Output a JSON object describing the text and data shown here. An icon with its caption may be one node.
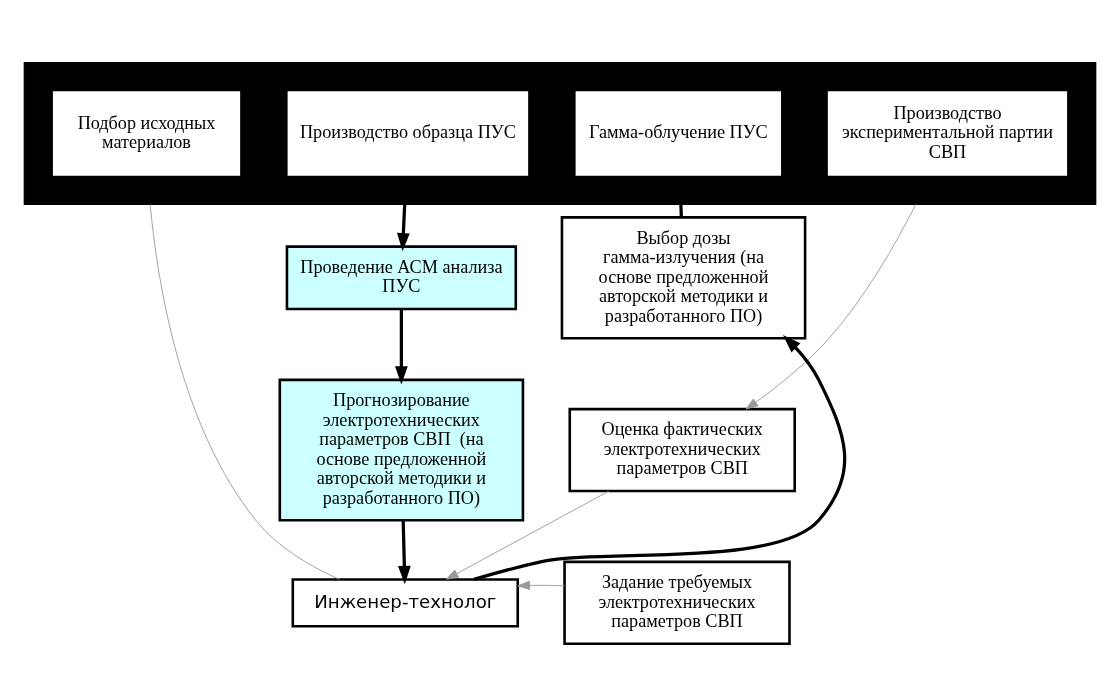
{
  "diagram": {
    "nodes": [
      {
        "text": [],
        "shape": "bar"
      },
      {
        "text": [
          "Подбор исходных материалов"
        ],
        "in": 0
      },
      {
        "text": [
          "Производство образца ПУС"
        ],
        "in": 0
      },
      {
        "text": [
          "Гамма-облучение ПУС"
        ],
        "in": 0
      },
      {
        "text": [
          "Производство экспериментальной партии СВП"
        ],
        "in": 0
      },
      {
        "text": [
          "Проведение АСМ анализа ПУС"
        ]
      },
      {
        "text": [
          "Выбор дозы гамма-излучения (на основе предложенной авторской методики и разработанного ПО)"
        ]
      },
      {
        "text": [
          "Прогнозирование электротехнических параметров СВП  (на основе предложенной авторской методики и разработанного ПО)"
        ]
      },
      {
        "text": [
          "Оценка фактических электротехнических параметров СВП"
        ]
      },
      {
        "text": [
          "Инженер-технолог"
        ]
      },
      {
        "text": [
          "Задание требуемых электротехнических параметров СВП"
        ]
      }
    ],
    "edges": [
      {
        "from": 0,
        "to": 9,
        "arrow": "none",
        "color": "#999999"
      },
      {
        "from": 0,
        "to": 5,
        "arrow": "to"
      },
      {
        "from": 0,
        "to": 6,
        "arrow": "none"
      },
      {
        "from": 0,
        "to": 8,
        "arrow": "to",
        "color": "#999999"
      },
      {
        "from": 5,
        "to": 7,
        "arrow": "to"
      },
      {
        "from": 7,
        "to": 9,
        "arrow": "to"
      },
      {
        "from": 9,
        "to": 6,
        "arrow": "to"
      },
      {
        "from": 8,
        "to": 9,
        "arrow": "to",
        "color": "#999999"
      },
      {
        "from": 10,
        "to": 9,
        "arrow": "to",
        "color": "#999999"
      }
    ]
  }
}
